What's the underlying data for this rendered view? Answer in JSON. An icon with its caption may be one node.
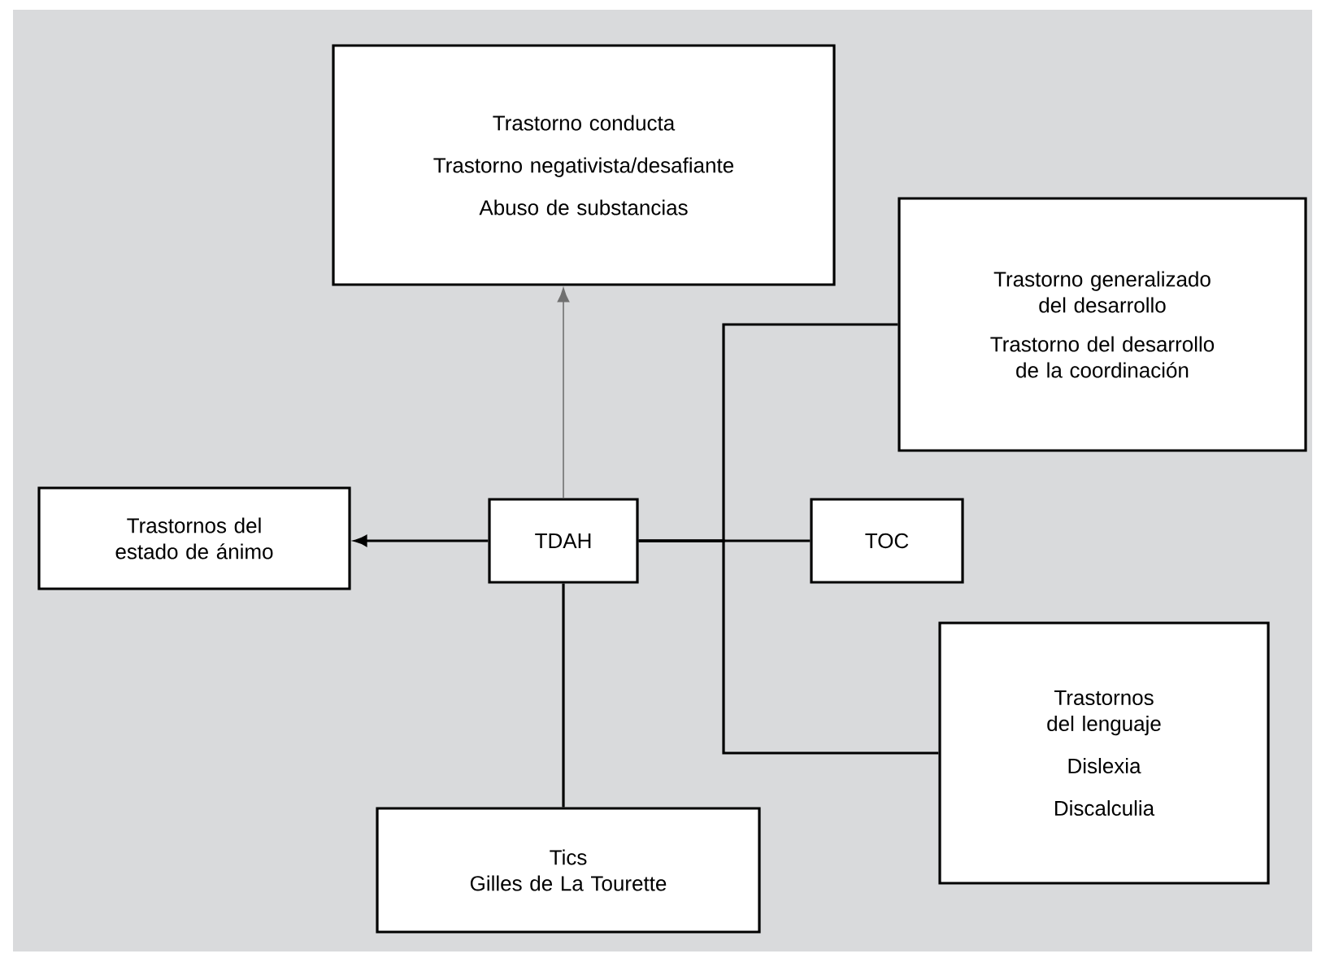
{
  "diagram": {
    "nodes": [
      {
        "text": [
          "Trastorno conducta",
          "Trastorno negativista/desafiante",
          "Abuso de substancias"
        ]
      },
      {
        "text": [
          "Trastorno generalizado del desarrollo",
          "Trastorno del desarrollo de la coordinación"
        ]
      },
      {
        "text": [
          "Trastornos del estado de ánimo"
        ]
      },
      {
        "text": [
          "TDAH"
        ]
      },
      {
        "text": [
          "TOC"
        ]
      },
      {
        "text": [
          "Trastornos del lenguaje",
          "Dislexia",
          "Discalculia"
        ]
      },
      {
        "text": [
          "Tics",
          "Gilles de La Tourette"
        ]
      }
    ],
    "edges": [
      {
        "from": 3,
        "to": 0,
        "arrow": "to",
        "color": "#707070"
      },
      {
        "from": 3,
        "to": 2,
        "arrow": "to"
      },
      {
        "from": 3,
        "to": 4,
        "arrow": "none"
      },
      {
        "from": 3,
        "to": 1,
        "arrow": "none"
      },
      {
        "from": 3,
        "to": 5,
        "arrow": "none"
      },
      {
        "from": 3,
        "to": 6,
        "arrow": "none"
      }
    ]
  }
}
